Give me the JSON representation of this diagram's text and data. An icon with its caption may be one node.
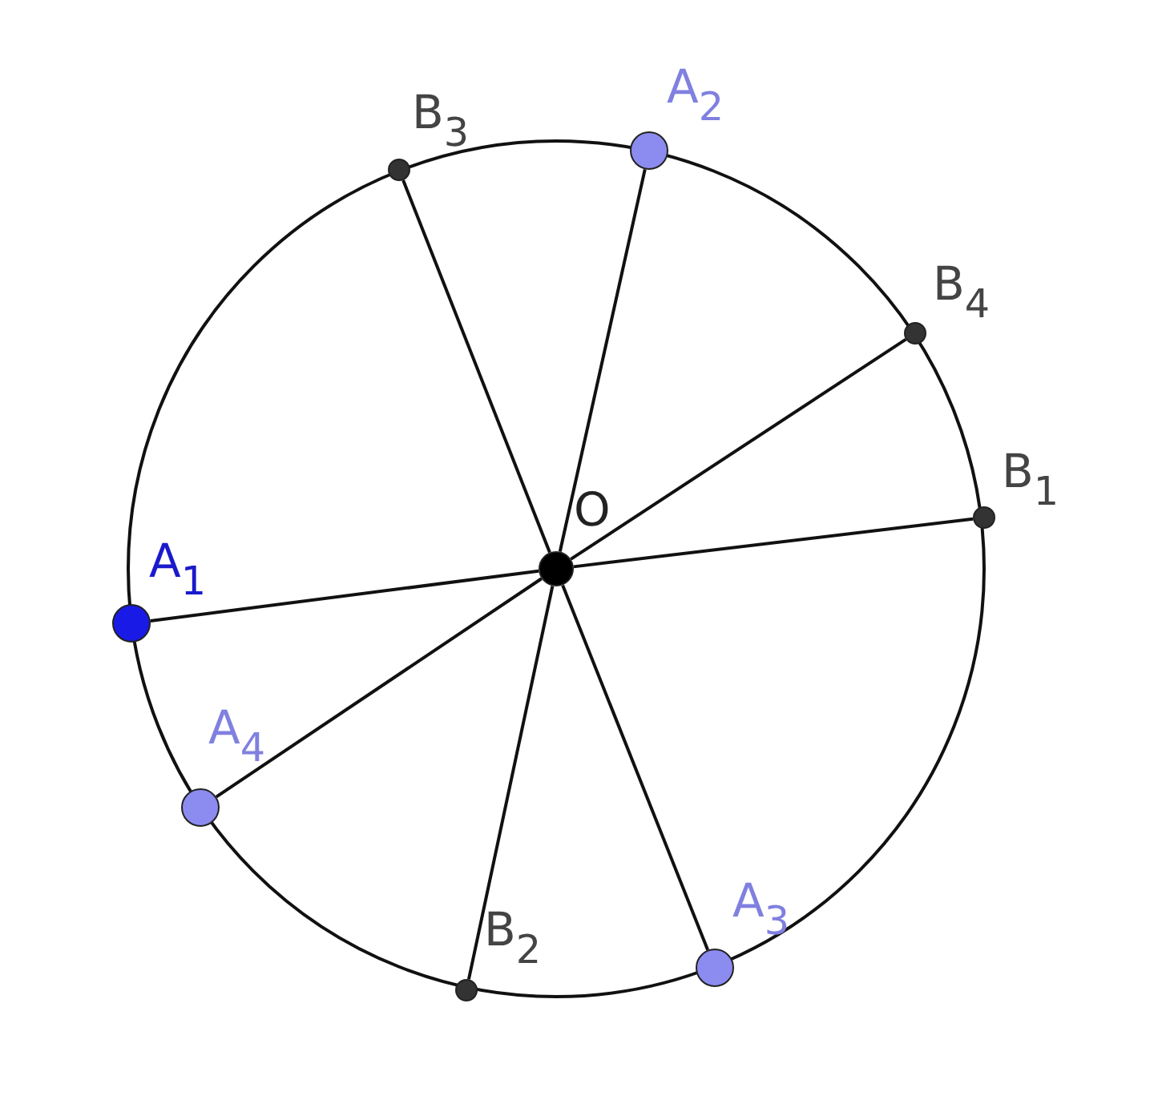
{
  "diagram": {
    "nodes": [
      {
        "text": [],
        "shape": "circle",
        "beside": [
          "B$_{3}$"
        ]
      },
      {
        "text": [],
        "shape": "circle",
        "beside": [
          "A$_{2}$"
        ]
      },
      {
        "text": [],
        "shape": "circle",
        "beside": [
          "B$_{4}$"
        ]
      },
      {
        "text": [],
        "shape": "circle",
        "beside": [
          "B$_{1}$"
        ]
      },
      {
        "text": [],
        "shape": "circle",
        "beside": [
          "O"
        ]
      },
      {
        "text": [],
        "shape": "circle",
        "beside": [
          "A$_{1}$"
        ]
      },
      {
        "text": [],
        "shape": "circle",
        "beside": [
          "A$_{4}$"
        ]
      },
      {
        "text": [],
        "shape": "circle",
        "beside": [
          "B$_{2}$"
        ]
      },
      {
        "text": [],
        "shape": "circle",
        "beside": [
          "A$_{3}$"
        ]
      }
    ],
    "edges": [
      {
        "from": 4,
        "to": 0,
        "arrow": "none"
      },
      {
        "from": 4,
        "to": 1,
        "arrow": "none"
      },
      {
        "from": 4,
        "to": 2,
        "arrow": "none"
      },
      {
        "from": 4,
        "to": 3,
        "arrow": "none"
      },
      {
        "from": 4,
        "to": 5,
        "arrow": "none"
      },
      {
        "from": 4,
        "to": 6,
        "arrow": "none"
      },
      {
        "from": 4,
        "to": 7,
        "arrow": "none"
      },
      {
        "from": 4,
        "to": 8,
        "arrow": "none"
      }
    ]
  }
}
